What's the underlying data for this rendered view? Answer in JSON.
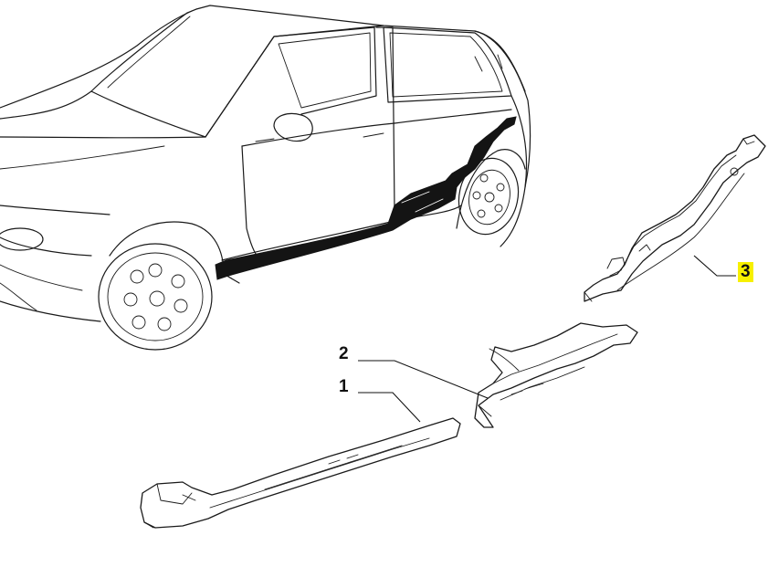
{
  "callouts": {
    "part_1": "1",
    "part_2": "2",
    "part_3": "3"
  },
  "highlight": {
    "part_3_color": "#f7f000"
  },
  "colors": {
    "line": "#1a1a1a",
    "background": "#ffffff"
  }
}
